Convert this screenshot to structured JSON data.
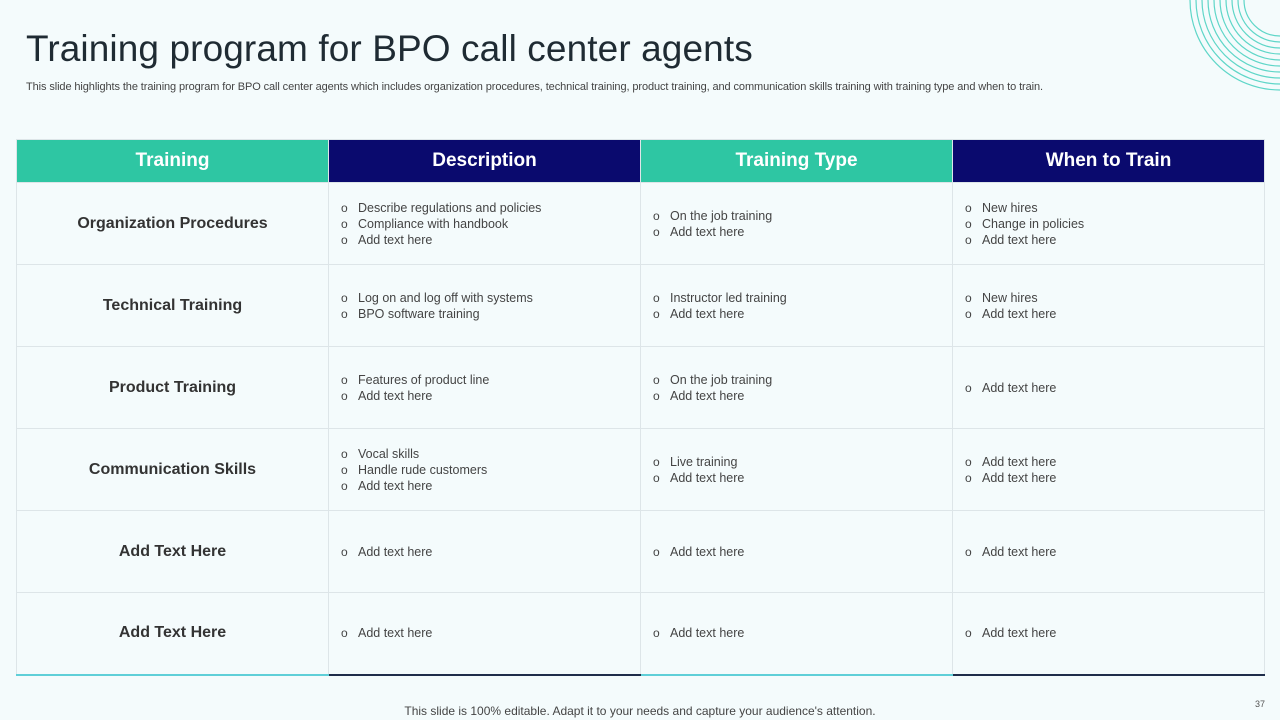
{
  "slide": {
    "title": "Training program for BPO call center agents",
    "subtitle": "This slide highlights the training program for BPO call center agents which includes organization procedures, technical training, product training,  and communication skills training with training type and when to train.",
    "footer": "This slide is 100% editable. Adapt it to your needs and capture your audience's attention.",
    "page_number": "37"
  },
  "colors": {
    "header_teal": "#2ec6a3",
    "header_navy": "#0a0a6e",
    "background": "#f4fbfc",
    "deco_ring": "#5fd6c8"
  },
  "table": {
    "headers": [
      "Training",
      "Description",
      "Training Type",
      "When to Train"
    ],
    "rows": [
      {
        "training": "Organization Procedures",
        "description": [
          "Describe regulations and policies",
          "Compliance with handbook",
          "Add text here"
        ],
        "type": [
          "On the job training",
          "Add text here"
        ],
        "when": [
          "New hires",
          "Change in policies",
          "Add text here"
        ]
      },
      {
        "training": "Technical Training",
        "description": [
          "Log on and log off with systems",
          "BPO software training"
        ],
        "type": [
          "Instructor led training",
          "Add text here"
        ],
        "when": [
          "New hires",
          "Add text here"
        ]
      },
      {
        "training": "Product Training",
        "description": [
          "Features of product line",
          "Add text here"
        ],
        "type": [
          "On the job training",
          "Add text here"
        ],
        "when": [
          "Add text here"
        ]
      },
      {
        "training": "Communication Skills",
        "description": [
          "Vocal skills",
          "Handle rude customers",
          "Add text here"
        ],
        "type": [
          "Live training",
          "Add text here"
        ],
        "when": [
          "Add text here",
          "Add text here"
        ]
      },
      {
        "training": "Add Text Here",
        "description": [
          "Add text here"
        ],
        "type": [
          "Add text here"
        ],
        "when": [
          "Add text here"
        ]
      },
      {
        "training": "Add Text Here",
        "description": [
          "Add text here"
        ],
        "type": [
          "Add text here"
        ],
        "when": [
          "Add text here"
        ]
      }
    ]
  }
}
